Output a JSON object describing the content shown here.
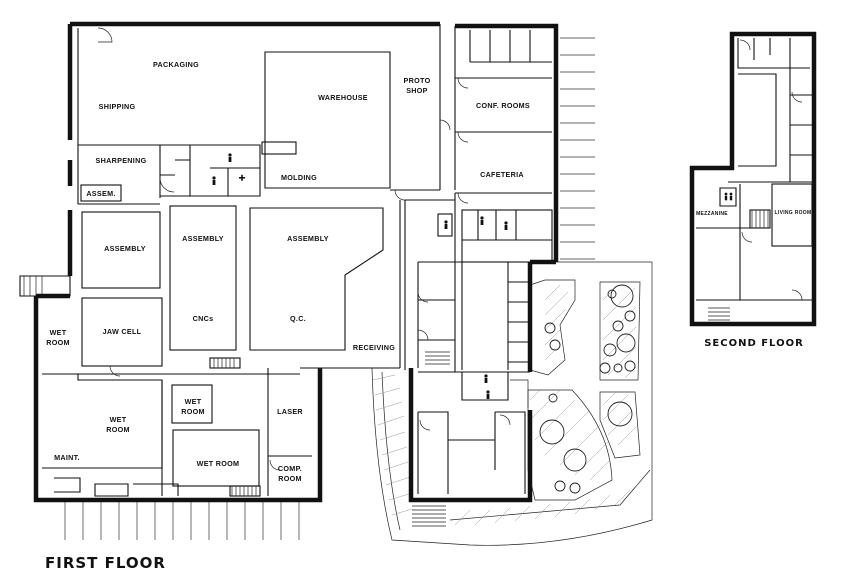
{
  "first_floor": {
    "title": "FIRST FLOOR",
    "rooms": {
      "packaging": "PACKAGING",
      "shipping": "SHIPPING",
      "warehouse": "WAREHOUSE",
      "proto_shop_1": "PROTO",
      "proto_shop_2": "SHOP",
      "conf_rooms": "CONF. ROOMS",
      "sharpening": "SHARPENING",
      "cafeteria": "CAFETERIA",
      "molding": "MOLDING",
      "assem": "ASSEM.",
      "assembly_1": "ASSEMBLY",
      "assembly_2": "ASSEMBLY",
      "assembly_3": "ASSEMBLY",
      "cncs": "CNCs",
      "qc": "Q.C.",
      "wet_room_1a": "WET",
      "wet_room_1b": "ROOM",
      "jaw_cell": "JAW CELL",
      "receiving": "RECEIVING",
      "wet_room_2a": "WET",
      "wet_room_2b": "ROOM",
      "wet_room_3a": "WET",
      "wet_room_3b": "ROOM",
      "laser": "LASER",
      "maint": "MAINT.",
      "wet_room_4": "WET ROOM",
      "comp_room_1": "COMP.",
      "comp_room_2": "ROOM"
    }
  },
  "second_floor": {
    "title": "SECOND FLOOR",
    "rooms": {
      "mezzanine": "MEZZANINE",
      "living_room": "LIVING ROOM"
    }
  }
}
